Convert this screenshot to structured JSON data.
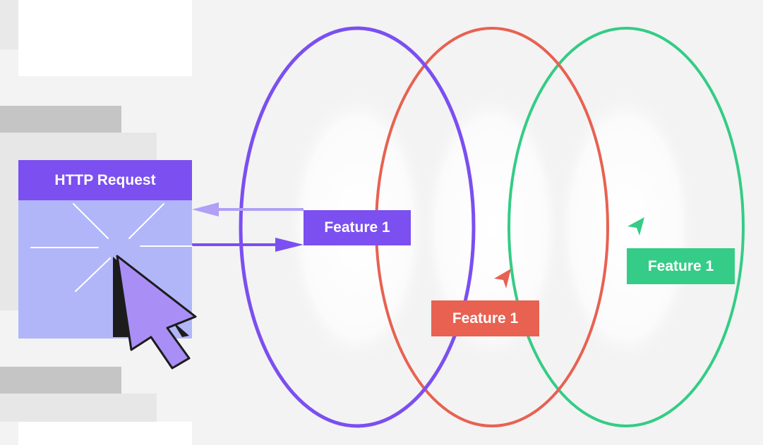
{
  "http_request": {
    "title": "HTTP Request"
  },
  "features": {
    "purple": {
      "label": "Feature 1",
      "color": "#7b4ff0"
    },
    "red": {
      "label": "Feature 1",
      "color": "#e86151"
    },
    "green": {
      "label": "Feature 1",
      "color": "#34cc86"
    }
  },
  "icons": [
    "cursor-arrow-icon",
    "click-burst-icon",
    "pointer-arrow-icon"
  ],
  "colors": {
    "background": "#f3f3f3",
    "request_body": "#b1b6f8",
    "cursor_fill": "#a88ef5",
    "return_arrow": "#b0a0f6"
  }
}
